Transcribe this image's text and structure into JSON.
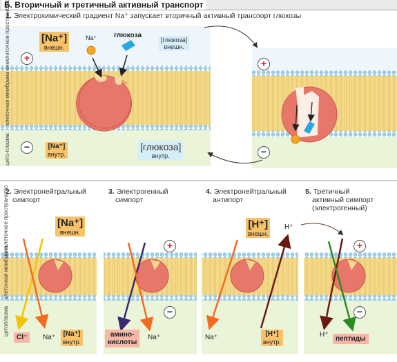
{
  "title": "Б. Вторичный и третичный активный транспорт",
  "panel1": {
    "number": "1.",
    "caption": "Электрохимический градиент Na⁺ запускает вторичный активный транспорт глюкозы",
    "na_label": "Na⁺",
    "glucose_label": "глюкоза",
    "na_out_big": "[Na⁺]",
    "na_out_small": "внешн.",
    "glu_out_big": "[глюкоза]",
    "glu_out_small": "внешн.",
    "na_in_big": "[Na⁺]",
    "na_in_small": "внутр.",
    "glu_in_big": "[глюкоза]",
    "glu_in_small": "внутр."
  },
  "side_labels": {
    "extracellular": "внеклеточное пространство",
    "membrane": "клеточная мембрана",
    "cytoplasm": "цито-плазма",
    "cytoplasm_bottom": "цитоплазма"
  },
  "panel2": {
    "number": "2.",
    "caption_line1": "Электронейтральный",
    "caption_line2": "симпорт",
    "na_out_big": "[Na⁺]",
    "na_out_small": "внешн.",
    "cl_label": "Cl⁻",
    "na_label": "Na⁺",
    "na_in_big": "[Na⁺]",
    "na_in_small": "внутр."
  },
  "panel3": {
    "number": "3.",
    "caption_line1": "Электрогенный",
    "caption_line2": "симпорт",
    "amino_line1": "амино-",
    "amino_line2": "кислоты",
    "na_label": "Na⁺"
  },
  "panel4": {
    "number": "4.",
    "caption_line1": "Электронейтральный",
    "caption_line2": "антипорт",
    "h_out_big": "[H⁺]",
    "h_out_small": "внешн.",
    "h_label": "H⁺",
    "na_label": "Na⁺",
    "h_in_big": "[H⁺]",
    "h_in_small": "внутр."
  },
  "panel5": {
    "number": "5.",
    "caption_line1": "Третичный",
    "caption_line2": "активный симпорт",
    "caption_line3": "(электрогенный)",
    "h_label": "H⁺",
    "peptides_label": "пептиды"
  },
  "signs": {
    "plus": "+",
    "minus": "−"
  },
  "colors": {
    "membrane": "#f4d98a",
    "lipid_head": "#9fd0e8",
    "transporter": "#e8776b",
    "orange_box": "#f7c26a",
    "blue_box": "#d6eef8",
    "red_box": "#f7b6a6",
    "arrow_orange": "#f26b21",
    "arrow_yellow": "#f5c400",
    "arrow_purple": "#3a2a6e",
    "arrow_brown": "#6b1a10",
    "arrow_green": "#2c8a22"
  }
}
